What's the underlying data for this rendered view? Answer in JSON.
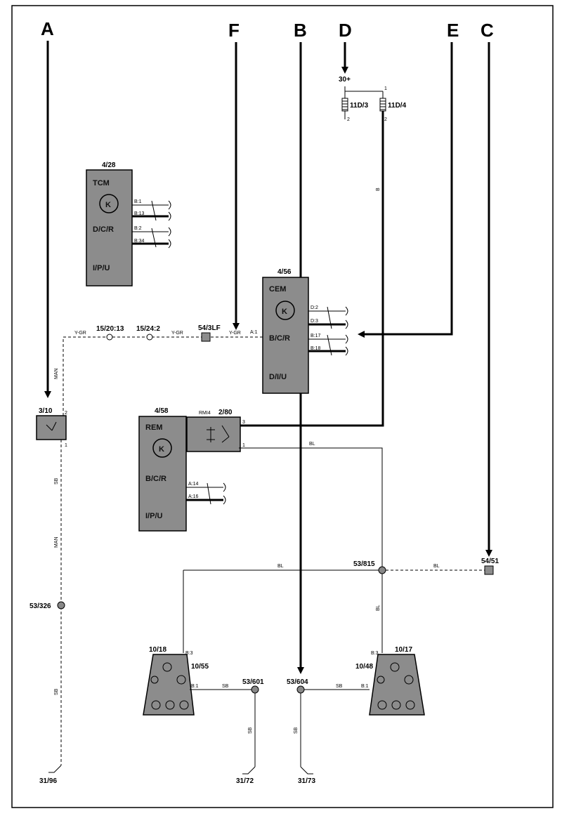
{
  "connections": {
    "A": "A",
    "B": "B",
    "C": "C",
    "D": "D",
    "E": "E",
    "F": "F"
  },
  "supply": {
    "label": "30+"
  },
  "fuses": {
    "f1": "11D/3",
    "f2": "11D/4",
    "pin1": "1",
    "pin2": "2"
  },
  "tcm": {
    "id": "4/28",
    "text": [
      "TCM",
      "D/C/R",
      "I/P/U"
    ],
    "pins": [
      "B:1",
      "B:13",
      "B:2",
      "B:34"
    ]
  },
  "cem": {
    "id": "4/56",
    "text": [
      "CEM",
      "B/C/R",
      "D/I/U"
    ],
    "pins": [
      "D:2",
      "D:3",
      "B:17",
      "B:18"
    ],
    "pin_a1": "A:1"
  },
  "rem": {
    "id": "4/58",
    "text": [
      "REM",
      "B/C/R",
      "I/P/U"
    ],
    "pins": [
      "A:14",
      "A:16"
    ]
  },
  "relay": {
    "id": "2/80",
    "label": "RMI4",
    "pin3": "3",
    "pin1": "1"
  },
  "switch": {
    "id": "3/10",
    "pin1": "1",
    "pin2": "2"
  },
  "splices": {
    "s1": "15/20:13",
    "s2": "15/24:2",
    "conn": "54/3LF",
    "s3": "53/326",
    "s4": "53/815",
    "s5": "54/51",
    "s6": "53/601",
    "s7": "53/604"
  },
  "wire_colors": {
    "ygr1": "Y-GR",
    "ygr2": "Y-GR",
    "ygr3": "Y-GR",
    "man1": "MAN",
    "man2": "MAN",
    "sb1": "SB",
    "sb2": "SB",
    "sb3": "SB",
    "sb4": "SB",
    "sb5": "SB",
    "sb6": "SB",
    "bl1": "BL",
    "bl2": "BL",
    "bl3": "BL",
    "bl4": "BL",
    "bl5": "B"
  },
  "lamps": {
    "left": {
      "id1": "10/18",
      "id2": "10/55",
      "pin_b3": "B:3",
      "pin_b1": "B:1"
    },
    "right": {
      "id1": "10/17",
      "id2": "10/48",
      "pin_b3": "B:3",
      "pin_b1": "B:1"
    }
  },
  "grounds": {
    "g1": "31/96",
    "g2": "31/72",
    "g3": "31/73"
  }
}
